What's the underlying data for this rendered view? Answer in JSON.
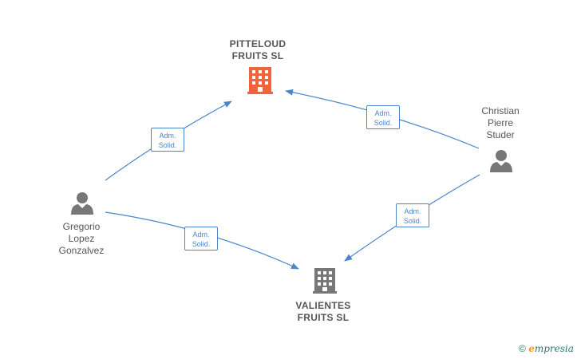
{
  "companies": [
    {
      "id": "pitteloud",
      "name": "PITTELOUD\nFRUITS  SL",
      "color": "#f0643c"
    },
    {
      "id": "valientes",
      "name": "VALIENTES\nFRUITS  SL",
      "color": "#777777"
    }
  ],
  "people": [
    {
      "id": "gregorio",
      "name": "Gregorio\nLopez\nGonzalvez"
    },
    {
      "id": "christian",
      "name": "Christian\nPierre\nStuder"
    }
  ],
  "relations": [
    {
      "from": "gregorio",
      "to": "pitteloud",
      "line1": "Adm.",
      "line2": "Solid."
    },
    {
      "from": "christian",
      "to": "pitteloud",
      "line1": "Adm.",
      "line2": "Solid."
    },
    {
      "from": "gregorio",
      "to": "valientes",
      "line1": "Adm.",
      "line2": "Solid."
    },
    {
      "from": "christian",
      "to": "valientes",
      "line1": "Adm.",
      "line2": "Solid."
    }
  ],
  "colors": {
    "edge": "#4a86c8",
    "person_icon": "#777777"
  },
  "watermark": {
    "symbol": "©",
    "brand_initial": "e",
    "brand_rest": "mpresia"
  }
}
